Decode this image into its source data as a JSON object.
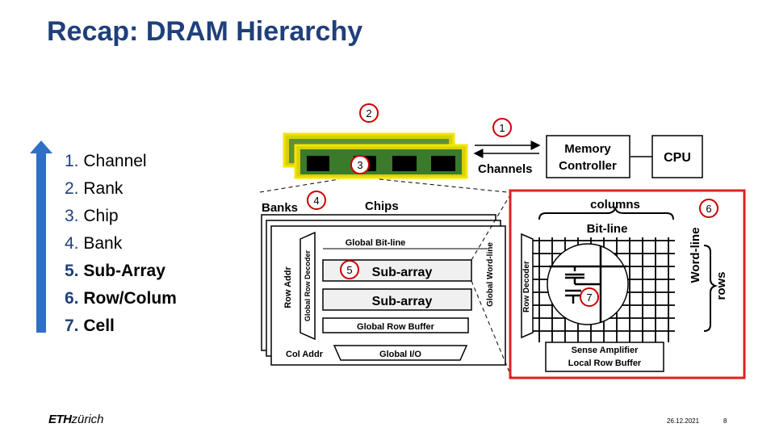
{
  "slide": {
    "title": "Recap: DRAM Hierarchy",
    "hierarchy": [
      {
        "num": "1.",
        "label": "Channel",
        "bold": false
      },
      {
        "num": "2.",
        "label": "Rank",
        "bold": false
      },
      {
        "num": "3.",
        "label": "Chip",
        "bold": false
      },
      {
        "num": "4.",
        "label": "Bank",
        "bold": false
      },
      {
        "num": "5.",
        "label": "Sub-Array",
        "bold": true
      },
      {
        "num": "6.",
        "label": "Row/Colum",
        "bold": true
      },
      {
        "num": "7.",
        "label": "Cell",
        "bold": true
      }
    ]
  },
  "diagram": {
    "markers": [
      "1",
      "2",
      "3",
      "4",
      "5",
      "6",
      "7"
    ],
    "cpu": "CPU",
    "memory_controller": [
      "Memory",
      "Controller"
    ],
    "channels": "Channels",
    "banks": "Banks",
    "chips": "Chips",
    "global_bitline": "Global Bit-line",
    "subarray": "Sub-array",
    "global_row_buffer": "Global Row Buffer",
    "global_io": "Global I/O",
    "row_addr": "Row Addr",
    "col_addr": "Col Addr",
    "global_row_decoder": "Global Row Decoder",
    "global_wordline": "Global Word-line",
    "columns": "columns",
    "bitline": "Bit-line",
    "wordline": "Word-line",
    "rows": "rows",
    "row_decoder": "Row Decoder",
    "sense_amplifier": "Sense Amplifier",
    "local_row_buffer": "Local Row Buffer"
  },
  "footer": {
    "eth": "ETH",
    "zurich": "zürich",
    "date": "26.12.2021",
    "page": "8"
  },
  "colors": {
    "title": "#1f407a",
    "marker": "#cc0000",
    "highlight_box": "#e02020",
    "dimm_outline": "#f2e600",
    "dimm_board": "#3a7a2a"
  }
}
